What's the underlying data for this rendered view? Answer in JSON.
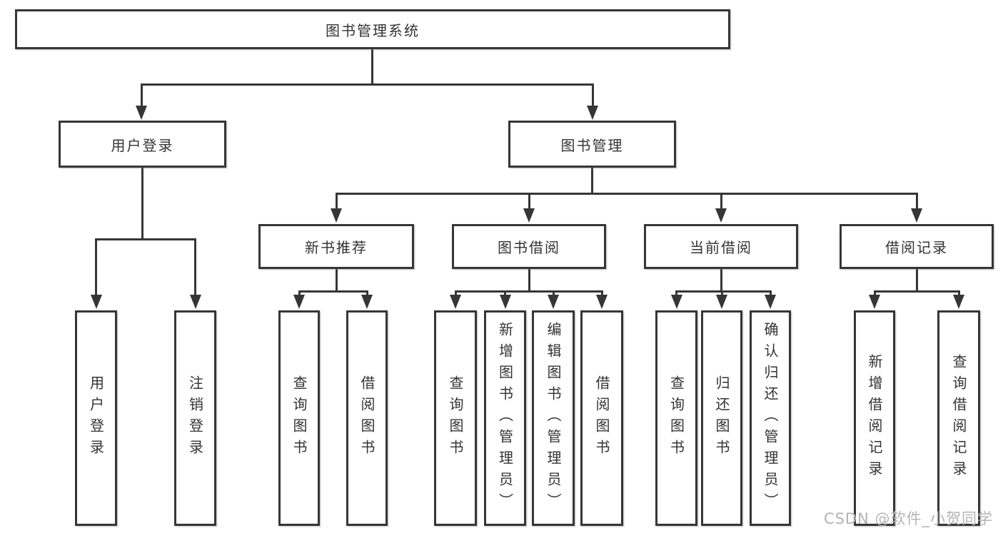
{
  "diagram": {
    "type": "hierarchy-tree",
    "root": {
      "label": "图书管理系统",
      "children": [
        {
          "label": "用户登录",
          "children": [
            {
              "label": "用户登录"
            },
            {
              "label": "注销登录"
            }
          ]
        },
        {
          "label": "图书管理",
          "children": [
            {
              "label": "新书推荐",
              "children": [
                {
                  "label": "查询图书"
                },
                {
                  "label": "借阅图书"
                }
              ]
            },
            {
              "label": "图书借阅",
              "children": [
                {
                  "label": "查询图书"
                },
                {
                  "label": "新增图书（管理员）"
                },
                {
                  "label": "编辑图书（管理员）"
                },
                {
                  "label": "借阅图书"
                }
              ]
            },
            {
              "label": "当前借阅",
              "children": [
                {
                  "label": "查询图书"
                },
                {
                  "label": "归还图书"
                },
                {
                  "label": "确认归还（管理员）"
                }
              ]
            },
            {
              "label": "借阅记录",
              "children": [
                {
                  "label": "新增借阅记录"
                },
                {
                  "label": "查询借阅记录"
                }
              ]
            }
          ]
        }
      ]
    },
    "colors": {
      "line": "#363636",
      "text": "#333333",
      "background": "#ffffff",
      "watermark": "#b3b3b3"
    }
  },
  "watermark": {
    "text": "CSDN @软件_小贺同学"
  }
}
